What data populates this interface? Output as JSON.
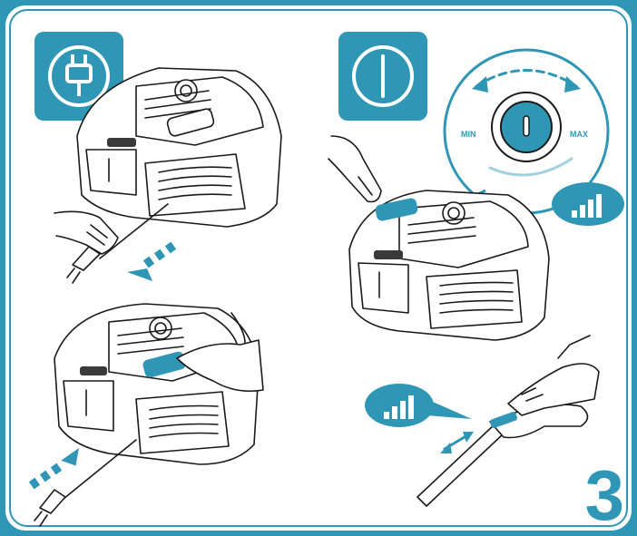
{
  "step": {
    "number": "3"
  },
  "dial": {
    "min_label": "MIN",
    "max_label": "MAX"
  },
  "icons": {
    "plug": "plug-icon",
    "power": "power-on-icon",
    "strength_top": "signal-bars-icon",
    "strength_bottom": "signal-bars-icon"
  },
  "colors": {
    "accent": "#2f97b5",
    "line": "#1a1a1a",
    "paper": "#ffffff"
  }
}
